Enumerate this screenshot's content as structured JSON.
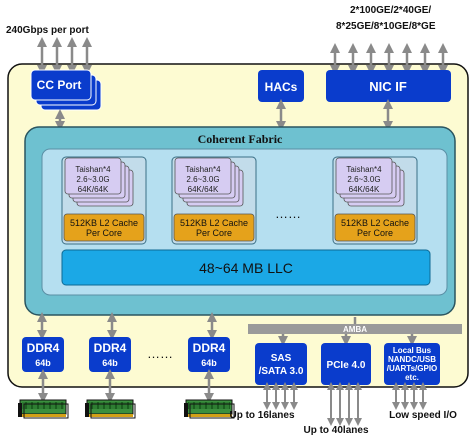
{
  "labels": {
    "cc_bandwidth": "240Gbps per port",
    "nic_ports_line1": "2*100GE/2*40GE/",
    "nic_ports_line2": "8*25GE/8*10GE/8*GE",
    "cc_port": "CC Port",
    "hacs": "HACs",
    "nic_if": "NIC IF",
    "coherent_fabric": "Coherent Fabric",
    "ellipsis_cores": "……",
    "llc": "48~64 MB LLC",
    "amba": "AMBA",
    "ellipsis_ddr": "……",
    "sas_line1": "SAS",
    "sas_line2": "/SATA 3.0",
    "pcie": "PCIe 4.0",
    "local_bus_line1": "Local Bus",
    "local_bus_line2": "NANDC/USB",
    "local_bus_line3": "/UARTs/GPIO",
    "local_bus_line4": "etc.",
    "sas_lanes": "Up to 16lanes",
    "pcie_lanes": "Up to 40lanes",
    "low_speed_io": "Low speed I/O"
  },
  "core_cluster": {
    "core_line1": "Taishan*4",
    "core_line2": "2.6~3.0G",
    "core_line3": "64K/64K",
    "cache_line1": "512KB L2 Cache",
    "cache_line2": "Per Core"
  },
  "ddr": [
    {
      "line1": "DDR4",
      "line2": "64b"
    },
    {
      "line1": "DDR4",
      "line2": "64b"
    },
    {
      "line1": "DDR4",
      "line2": "64b"
    }
  ],
  "colors": {
    "block_blue": "#0a3ccc",
    "chip_bg": "#fdfbd2",
    "fabric_teal": "#6ec1d0",
    "llc_cyan": "#1ba8e6",
    "core_lavender": "#d6ccf2",
    "cache_orange": "#e5a21b",
    "amba_gray": "#9a9a9a",
    "arrow_gray": "#8a8a8a"
  }
}
